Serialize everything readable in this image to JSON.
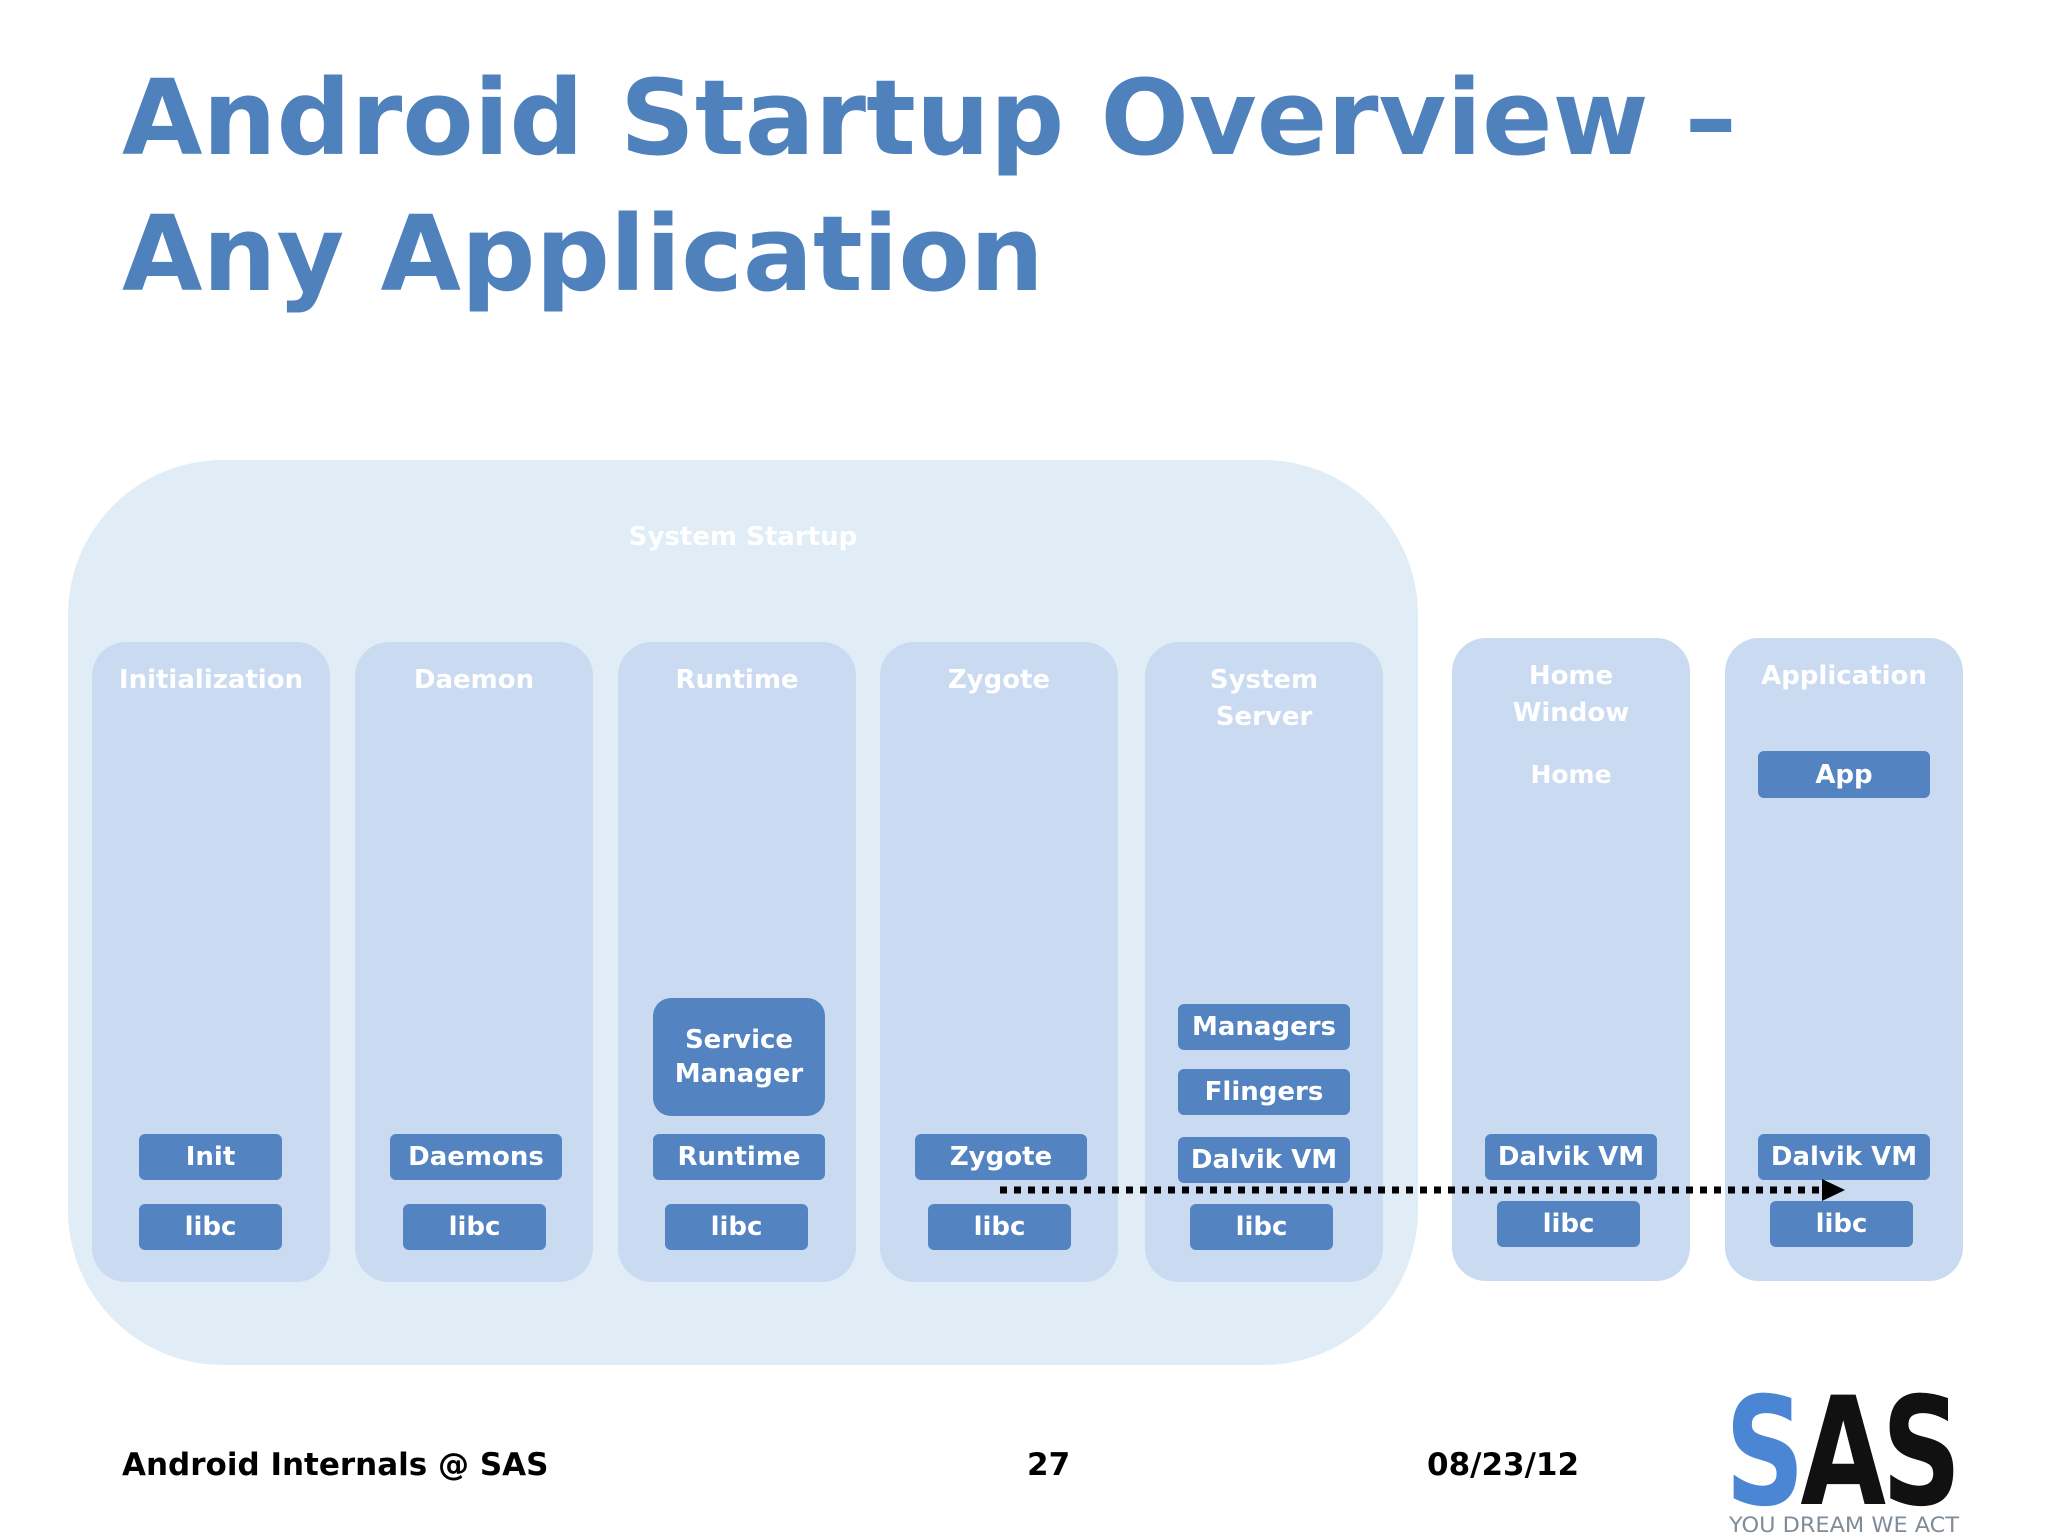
{
  "slide": {
    "title": "Android Startup Overview – Any Application"
  },
  "diagram": {
    "group_label": "System Startup",
    "columns": [
      {
        "label": "Initialization",
        "boxes": [
          "Init",
          "libc"
        ]
      },
      {
        "label": "Daemon",
        "boxes": [
          "Daemons",
          "libc"
        ]
      },
      {
        "label": "Runtime",
        "boxes": [
          "Service Manager",
          "Runtime",
          "libc"
        ]
      },
      {
        "label": "Zygote",
        "boxes": [
          "Zygote",
          "libc"
        ]
      },
      {
        "label": "System\nServer",
        "boxes": [
          "Managers",
          "Flingers",
          "Dalvik VM",
          "libc"
        ]
      },
      {
        "label": "Home\nWindow",
        "sublabel": "Home",
        "boxes": [
          "Dalvik VM",
          "libc"
        ]
      },
      {
        "label": "Application",
        "boxes": [
          "App",
          "Dalvik VM",
          "libc"
        ]
      }
    ],
    "colors": {
      "group_bg": "#e0edf6",
      "column_bg": "#c9daf1",
      "box_bg": "#5384c1",
      "title": "#4f81bd"
    }
  },
  "footer": {
    "left": "Android Internals @ SAS",
    "center": "27",
    "right": "08/23/12"
  },
  "logo": {
    "text": "SAS",
    "tagline": "YOU DREAM WE ACT"
  }
}
